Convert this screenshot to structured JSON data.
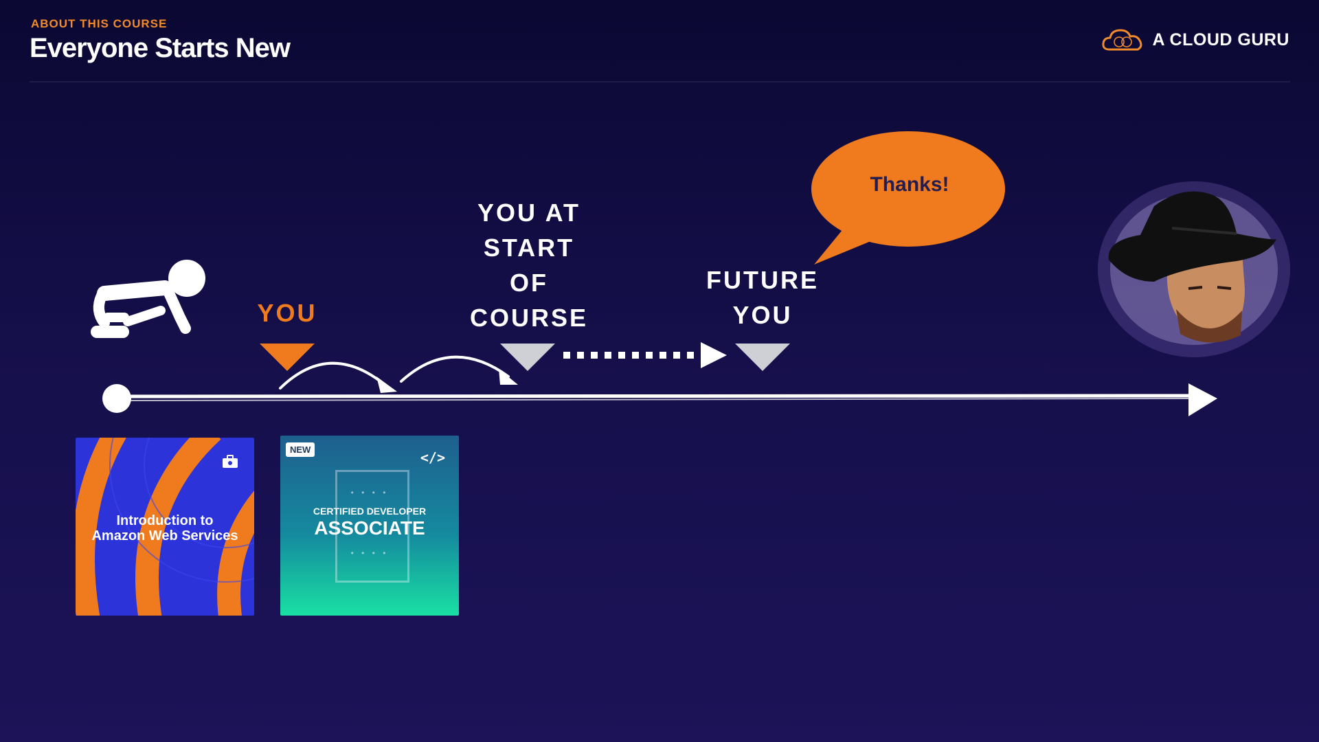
{
  "header": {
    "kicker": "ABOUT THIS COURSE",
    "title": "Everyone Starts New"
  },
  "brand": {
    "name": "A CLOUD GURU",
    "logo_icon": "cloud-icon",
    "accent_color": "#f28c2b"
  },
  "timeline": {
    "you_label": "YOU",
    "start_label": "YOU AT\nSTART\nOF\nCOURSE",
    "future_label": "FUTURE\nYOU",
    "speech": "Thanks!",
    "baby_icon": "crawling-baby-icon",
    "portrait": "cowboy-portrait"
  },
  "courses": [
    {
      "title": "Introduction to\nAmazon Web Services",
      "icon": "toolbox-icon"
    },
    {
      "badge": "NEW",
      "icon": "code-icon",
      "subtitle": "CERTIFIED DEVELOPER",
      "title": "ASSOCIATE",
      "dots": "• • • •"
    }
  ],
  "colors": {
    "background": "#150f4a",
    "orange": "#f07b1e",
    "marker_gray": "#cfcfd6"
  }
}
